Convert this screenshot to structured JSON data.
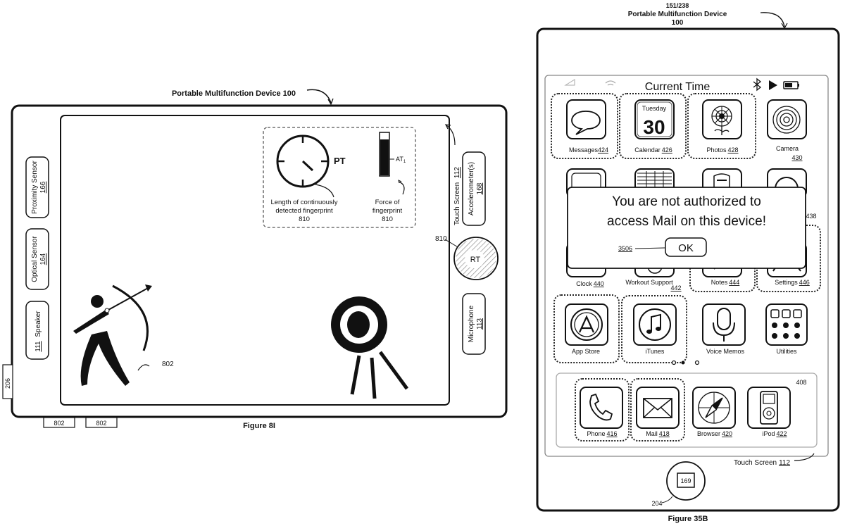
{
  "left_figure": {
    "device_label": "Portable Multifunction Device 100",
    "figure_caption": "Figure 8I",
    "sensors": {
      "proximity": {
        "name": "Proximity Sensor",
        "ref": "166"
      },
      "optical": {
        "name": "Optical Sensor",
        "ref": "164"
      },
      "speaker": {
        "name": "Speaker",
        "ref": "111"
      },
      "accelerometers": {
        "name": "Accelerometer(s)",
        "ref": "168"
      },
      "microphone": {
        "name": "Microphone",
        "ref": "113"
      }
    },
    "touch_screen": {
      "name": "Touch Screen",
      "ref": "112"
    },
    "side_ref": "206",
    "bottom_buttons": [
      "802",
      "802"
    ],
    "gauge": {
      "timer_label": "PT",
      "timer_caption_line1": "Length of continuously",
      "timer_caption_line2": "detected fingerprint",
      "timer_caption_ref": "810",
      "force_label": "AT",
      "force_label_sub": "1",
      "force_level": 0.85,
      "force_caption_line1": "Force of",
      "force_caption_line2": "fingerprint",
      "force_caption_ref": "810"
    },
    "finger": {
      "label": "RT",
      "ref": "810"
    },
    "archer_ref": "802"
  },
  "right_figure": {
    "header_line1": "151/238",
    "header_line2": "Portable Multifunction Device",
    "header_line3": "100",
    "figure_caption": "Figure 35B",
    "status_bar_title": "Current Time",
    "calendar": {
      "day": "Tuesday",
      "date": "30"
    },
    "apps_row1": [
      {
        "name": "Messages",
        "ref": "424"
      },
      {
        "name": "Calendar",
        "ref": "426"
      },
      {
        "name": "Photos",
        "ref": "428"
      },
      {
        "name": "Camera",
        "ref": "430"
      }
    ],
    "apps_row3": [
      {
        "name": "Clock",
        "ref": "440"
      },
      {
        "name": "Workout Support",
        "ref": "442"
      },
      {
        "name": "Notes",
        "ref": "444"
      },
      {
        "name": "Settings",
        "ref": "446"
      }
    ],
    "ref_438": "438",
    "apps_row4": [
      {
        "name": "App Store"
      },
      {
        "name": "iTunes"
      },
      {
        "name": "Voice Memos"
      },
      {
        "name": "Utilities"
      }
    ],
    "dock_ref": "408",
    "dock": [
      {
        "name": "Phone",
        "ref": "416"
      },
      {
        "name": "Mail",
        "ref": "418"
      },
      {
        "name": "Browser",
        "ref": "420"
      },
      {
        "name": "iPod",
        "ref": "422"
      }
    ],
    "dialog": {
      "line1": "You are not authorized to",
      "line2": "access Mail on this device!",
      "ref": "3506",
      "ok_label": "OK"
    },
    "touch_screen_label": "Touch Screen",
    "touch_screen_ref": "112",
    "home_ref": "169",
    "home_label_ref": "204"
  }
}
